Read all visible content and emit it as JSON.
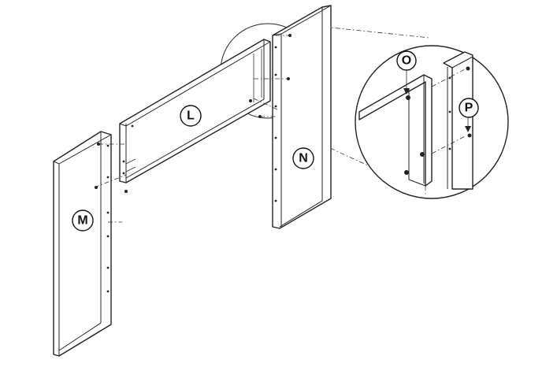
{
  "labels": {
    "panel_l": "L",
    "panel_m": "M",
    "panel_n": "N",
    "fitting_o": "O",
    "fitting_p": "P"
  }
}
